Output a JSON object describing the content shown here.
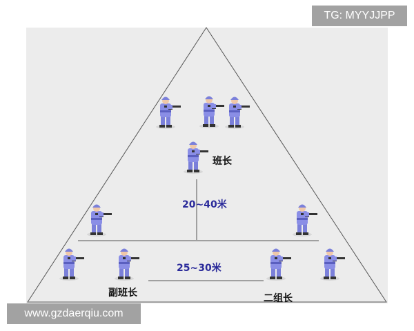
{
  "labels": {
    "squad_leader": "班长",
    "deputy_leader": "副班长",
    "group2_leader": "二组长"
  },
  "distances": {
    "vertical": "20~40米",
    "horizontal": "25~30米"
  },
  "watermarks": {
    "top": "TG: MYYJJPP",
    "bottom": "www.gzdaerqiu.com"
  },
  "colors": {
    "background_panel": "#ececec",
    "soldier_uniform": "#8a8ee6",
    "soldier_shadow": "#5a5fc0",
    "distance_text": "#2a2a9a",
    "lines": "#555555"
  }
}
